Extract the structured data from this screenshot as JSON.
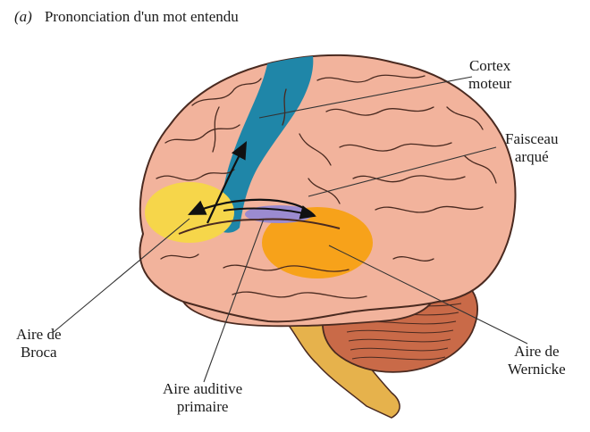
{
  "figure": {
    "panel_label": "(a)",
    "title": "Prononciation d'un mot entendu"
  },
  "labels": {
    "cortex_moteur": [
      "Cortex",
      "moteur"
    ],
    "faisceau_arque": [
      "Faisceau",
      "arqué"
    ],
    "aire_broca": [
      "Aire de",
      "Broca"
    ],
    "aire_auditive": [
      "Aire auditive",
      "primaire"
    ],
    "aire_wernicke": [
      "Aire de",
      "Wernicke"
    ]
  },
  "colors": {
    "brain": "#f2b39c",
    "brain_outline": "#4a2a20",
    "motor_cortex": "#1f86a8",
    "broca": "#f6d64a",
    "wernicke": "#f7a21a",
    "auditory": "#9b8bd0",
    "cerebellum": "#c96a48",
    "brainstem": "#e6b24c"
  }
}
